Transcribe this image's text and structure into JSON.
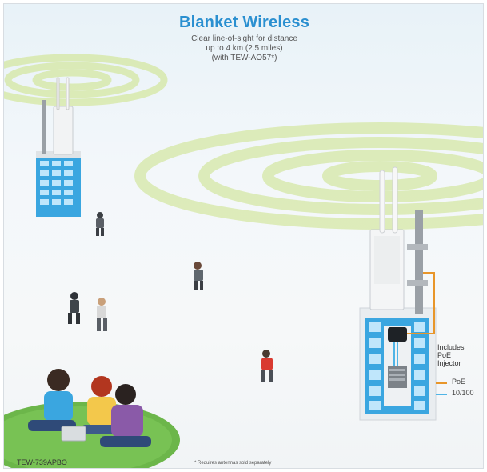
{
  "header": {
    "title": "Blanket Wireless",
    "subtitle_lines": [
      "Clear line-of-sight for distance",
      "up to 4 km (2.5 miles)",
      "(with TEW-AO57*)"
    ]
  },
  "callout": {
    "lines": [
      "Includes",
      "PoE",
      "Injector"
    ]
  },
  "legend": {
    "items": [
      {
        "label": "PoE",
        "color": "#e8962a"
      },
      {
        "label": "10/100",
        "color": "#4fb4e6"
      }
    ]
  },
  "model": "TEW-739APBO",
  "footnote": "* Requires antennas sold separately",
  "colors": {
    "title": "#2a8fd0",
    "signal": "#d6e8a8",
    "building": "#3aa6e0",
    "grass": "#6cb64a"
  }
}
